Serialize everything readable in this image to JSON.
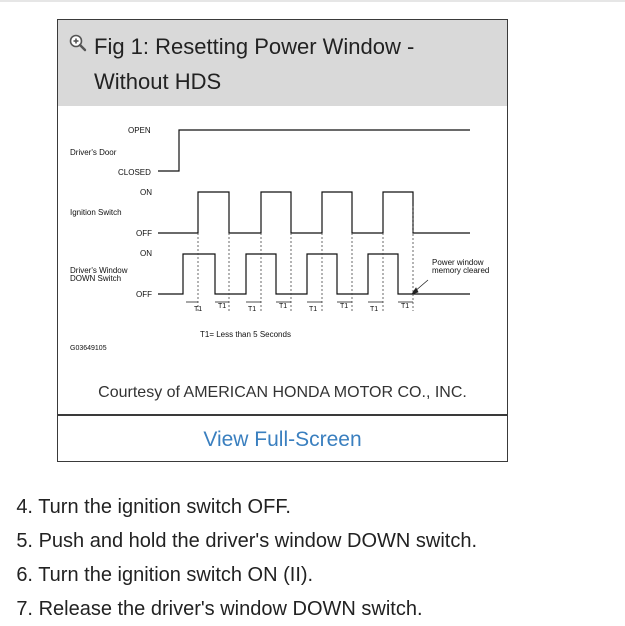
{
  "figure": {
    "title": "Fig 1: Resetting Power Window - Without HDS",
    "courtesy": "Courtesy of AMERICAN HONDA MOTOR CO., INC.",
    "fullscreen_label": "View Full-Screen",
    "zoom_icon": "zoom-in-icon",
    "diagram": {
      "door_label": "Driver's Door",
      "door_open": "OPEN",
      "door_closed": "CLOSED",
      "ignition_label": "Ignition Switch",
      "ignition_on": "ON",
      "ignition_off": "OFF",
      "window_label_line1": "Driver's Window",
      "window_label_line2": "DOWN Switch",
      "window_on": "ON",
      "window_off": "OFF",
      "t1": "T1",
      "note_line1": "Power window",
      "note_line2": "memory cleared",
      "legend": "T1= Less than 5 Seconds",
      "code": "G03649105"
    }
  },
  "steps": [
    {
      "num": "4.",
      "text": "Turn the ignition switch OFF."
    },
    {
      "num": "5.",
      "text": "Push and hold the driver's window DOWN switch."
    },
    {
      "num": "6.",
      "text": "Turn the ignition switch ON (II)."
    },
    {
      "num": "7.",
      "text": "Release the driver's window DOWN switch."
    }
  ]
}
